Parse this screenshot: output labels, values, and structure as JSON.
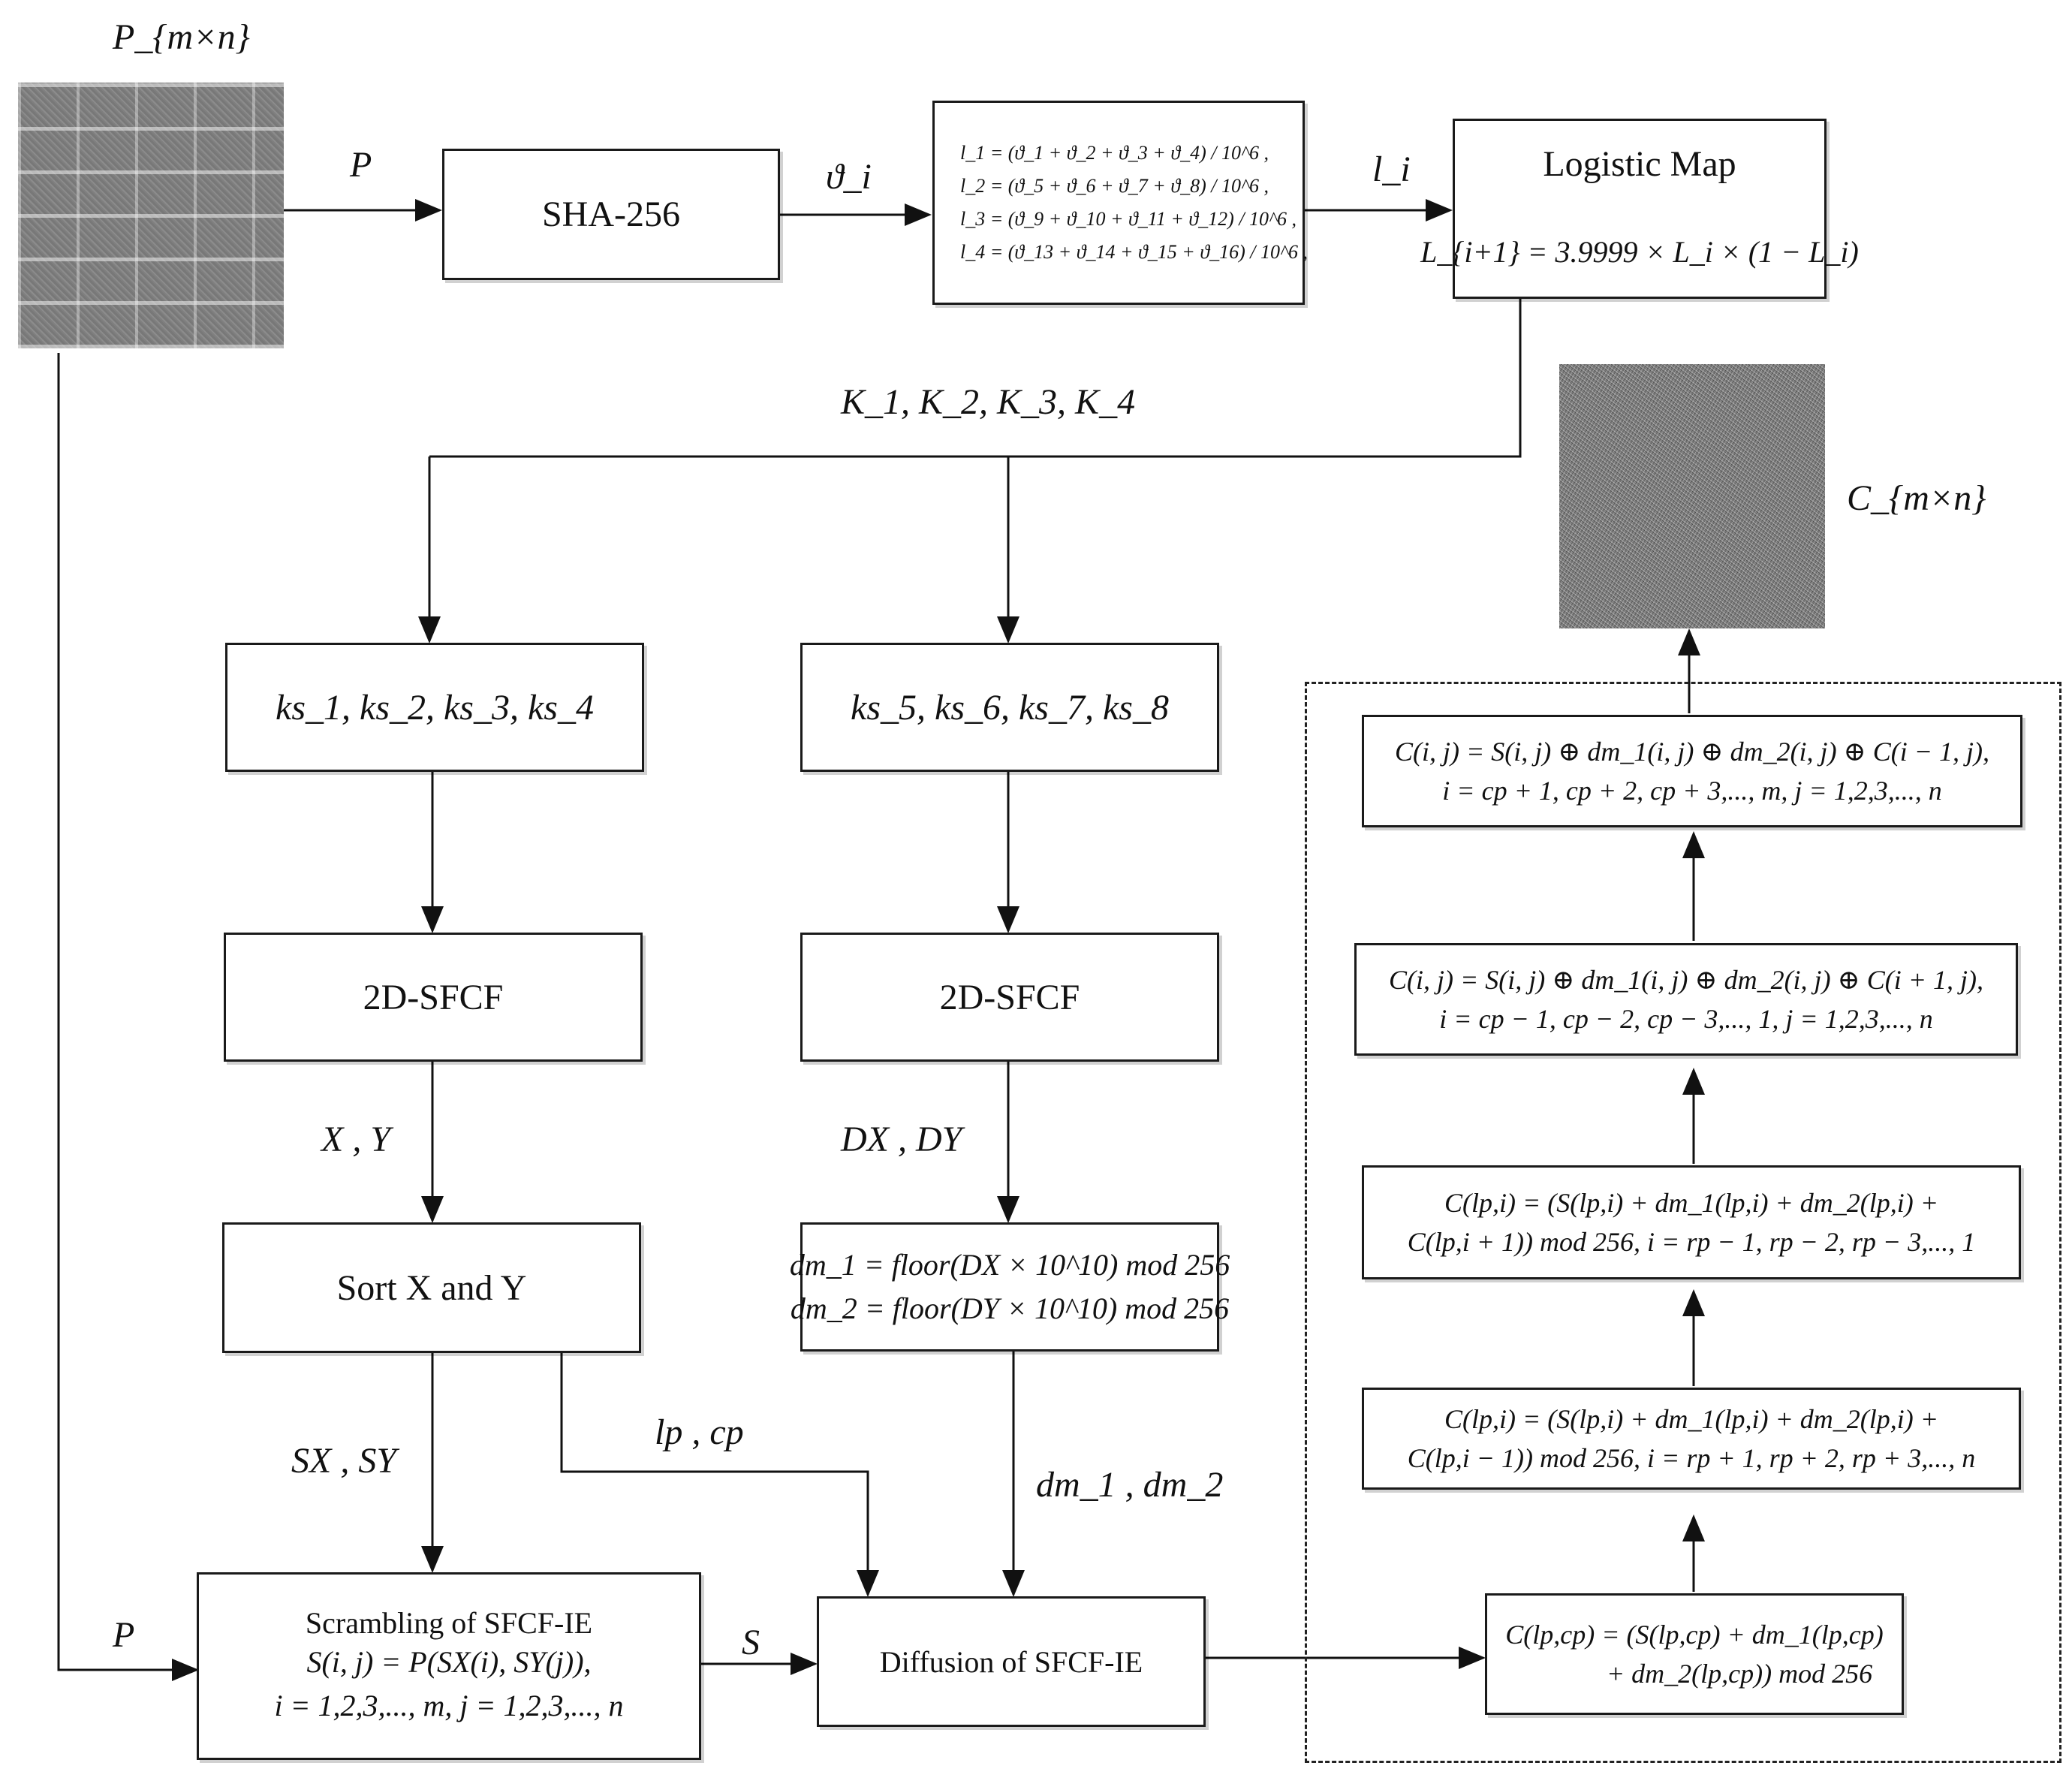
{
  "images": {
    "plain_label": "P_{m×n}",
    "cipher_label": "C_{m×n}"
  },
  "labels": {
    "p_top": "P",
    "theta_i": "ϑ_i",
    "l_i": "l_i",
    "keys": "K_1, K_2, K_3, K_4",
    "x_y": "X , Y",
    "dx_dy": "DX , DY",
    "sx_sy": "SX , SY",
    "lp_cp": "lp , cp",
    "dm1_dm2": "dm_1 , dm_2",
    "p_bottom": "P",
    "s": "S"
  },
  "boxes": {
    "sha": "SHA-256",
    "logistic_title": "Logistic Map",
    "logistic_eq": "L_{i+1} = 3.9999 × L_i × (1 − L_i)",
    "init_eqs": [
      "l_1 = (ϑ_1 + ϑ_2 + ϑ_3 + ϑ_4) / 10^6 ,",
      "l_2 = (ϑ_5 + ϑ_6 + ϑ_7 + ϑ_8) / 10^6 ,",
      "l_3 = (ϑ_9 + ϑ_10 + ϑ_11 + ϑ_12) / 10^6 ,",
      "l_4 = (ϑ_13 + ϑ_14 + ϑ_15 + ϑ_16) / 10^6 ,"
    ],
    "ks_left": "ks_1, ks_2, ks_3, ks_4",
    "ks_right": "ks_5, ks_6, ks_7, ks_8",
    "sfcf_left": "2D-SFCF",
    "sfcf_right": "2D-SFCF",
    "sort": "Sort X and Y",
    "dm_eq1": "dm_1 = floor(DX × 10^10) mod 256",
    "dm_eq2": "dm_2 = floor(DY × 10^10) mod 256",
    "scramble_title": "Scrambling of SFCF-IE",
    "scramble_eq1": "S(i, j) = P(SX(i), SY(j)),",
    "scramble_eq2": "i = 1,2,3,..., m, j = 1,2,3,..., n",
    "diffusion": "Diffusion of SFCF-IE",
    "step1_l1": "C(lp,cp) = (S(lp,cp) + dm_1(lp,cp)",
    "step1_l2": "+ dm_2(lp,cp)) mod 256",
    "step2_l1": "C(lp,i) = (S(lp,i) + dm_1(lp,i) + dm_2(lp,i) +",
    "step2_l2": "C(lp,i − 1)) mod 256, i = rp + 1, rp + 2, rp + 3,..., n",
    "step3_l1": "C(lp,i) = (S(lp,i) + dm_1(lp,i) + dm_2(lp,i) +",
    "step3_l2": "C(lp,i + 1)) mod 256, i = rp − 1, rp − 2, rp − 3,..., 1",
    "step4_l1": "C(i, j) = S(i, j) ⊕ dm_1(i, j) ⊕ dm_2(i, j) ⊕ C(i + 1, j),",
    "step4_l2": "i = cp − 1, cp − 2, cp − 3,..., 1, j = 1,2,3,..., n",
    "step5_l1": "C(i, j) = S(i, j) ⊕ dm_1(i, j) ⊕ dm_2(i, j) ⊕ C(i − 1, j),",
    "step5_l2": "i = cp + 1, cp + 2, cp + 3,..., m, j = 1,2,3,..., n"
  }
}
